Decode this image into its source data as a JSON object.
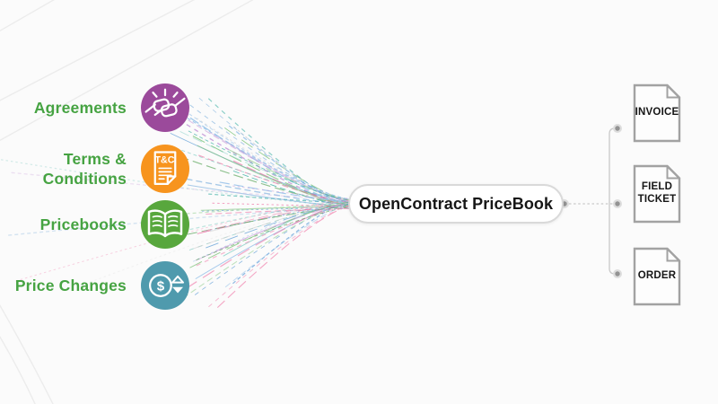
{
  "sources": [
    {
      "id": "agreements",
      "label": "Agreements",
      "icon": "handshake-icon",
      "color": "#9b4a9b"
    },
    {
      "id": "terms-conditions",
      "label": "Terms &\nConditions",
      "icon": "tc-document-icon",
      "color": "#f7941e",
      "icon_text": "T&C"
    },
    {
      "id": "pricebooks",
      "label": "Pricebooks",
      "icon": "open-book-icon",
      "color": "#58a73d"
    },
    {
      "id": "price-changes",
      "label": "Price Changes",
      "icon": "price-arrows-icon",
      "color": "#4f9aad",
      "icon_text": "$"
    }
  ],
  "hub": {
    "label": "OpenContract PriceBook"
  },
  "outputs": [
    {
      "id": "invoice",
      "label": "INVOICE"
    },
    {
      "id": "field-ticket",
      "label": "FIELD\nTICKET"
    },
    {
      "id": "order",
      "label": "ORDER"
    }
  ],
  "colors": {
    "background": "#fbfbfb",
    "label_green": "#46a342",
    "hub_border": "#d9d9d9",
    "hub_text": "#161616",
    "doc_border": "#a2a2a2",
    "doc_text": "#161616",
    "connector": "#c9c9c9",
    "dot_inner": "#939393",
    "dot_outer": "#dddddd",
    "bg_accent": "#ececec",
    "icon_glyph": "#ffffff"
  },
  "flow_palette": [
    "#7dc47a",
    "#4e9e4e",
    "#a9d8a6",
    "#ef6a9e",
    "#f29fc0",
    "#5b9bd5",
    "#93bfe8",
    "#45b3a8",
    "#85cfc7",
    "#c79bd9",
    "#cfcfcf"
  ]
}
